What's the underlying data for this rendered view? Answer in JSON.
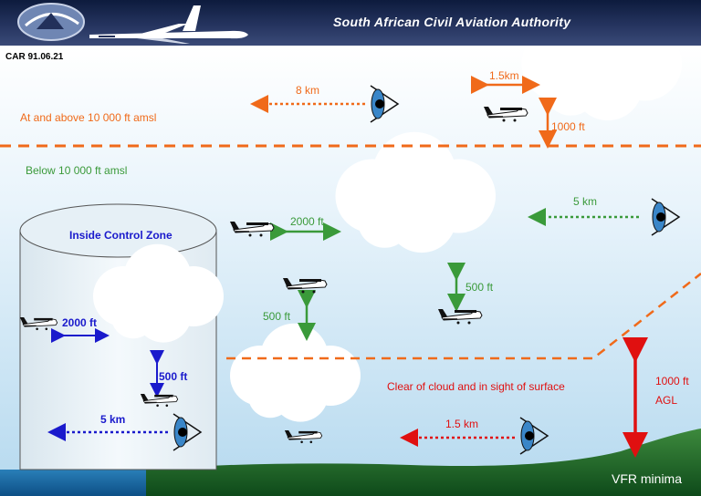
{
  "header": {
    "title": "South African Civil Aviation Authority",
    "bg_color": "#1b2a52"
  },
  "regulation": "CAR 91.06.21",
  "upper_zone": {
    "label": "At and above 10 000 ft amsl",
    "visibility": "8 km",
    "horizontal_cloud": "1.5km",
    "vertical_cloud": "1000 ft",
    "color": "#f06a1a"
  },
  "lower_zone": {
    "label": "Below 10 000 ft amsl",
    "horizontal_cloud": "2000 ft",
    "visibility": "5 km",
    "vertical_cloud_right": "500 ft",
    "vertical_cloud_left": "500 ft",
    "color": "#3a9a3a"
  },
  "control_zone": {
    "label": "Inside Control Zone",
    "horizontal_cloud": "2000 ft",
    "vertical_cloud": "500 ft",
    "visibility": "5 km",
    "color": "#1a1acc"
  },
  "low_level": {
    "label": "Clear of cloud and in sight of surface",
    "visibility": "1.5 km",
    "height_line1": "1000 ft",
    "height_line2": "AGL",
    "color": "#e01010"
  },
  "footer": "VFR minima",
  "icons": [
    "logo-icon",
    "airliner-icon",
    "eye-icon",
    "aircraft-icon",
    "cloud-icon"
  ]
}
